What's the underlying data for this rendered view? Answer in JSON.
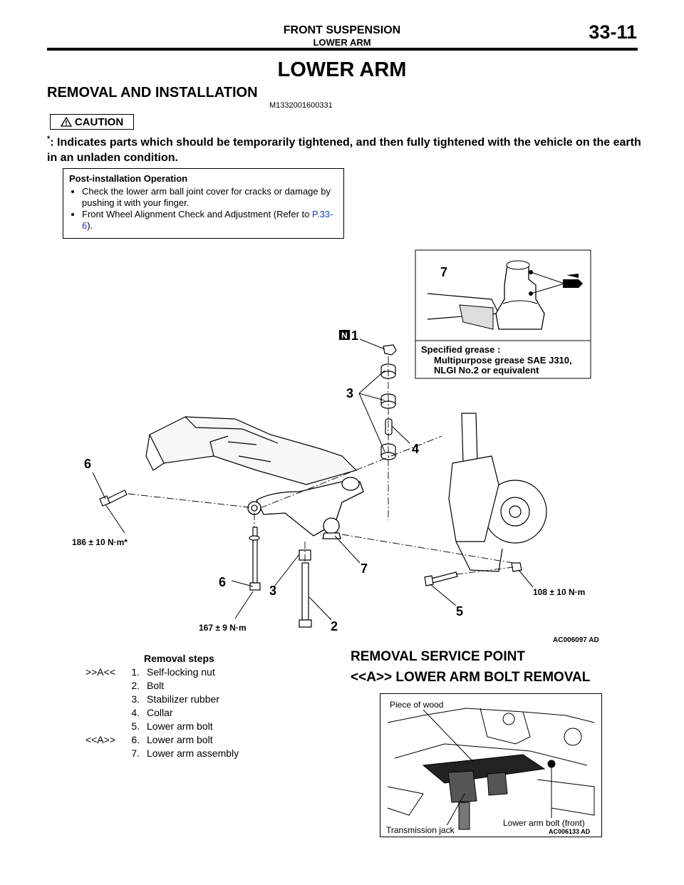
{
  "header": {
    "section": "FRONT SUSPENSION",
    "subsection": "LOWER ARM",
    "page": "33-11"
  },
  "title": "LOWER ARM",
  "heading": "REMOVAL AND INSTALLATION",
  "doc_code": "M1332001600331",
  "caution_label": "CAUTION",
  "note_mark": "*",
  "note_text": ": Indicates parts which should be temporarily tightened, and then fully tightened with the vehicle on the earth in an unladen condition.",
  "post_install": {
    "title": "Post-installation Operation",
    "item1": "Check the lower arm ball joint cover for cracks or damage by pushing it with your finger.",
    "item2_text": "Front Wheel Alignment Check and Adjustment (Refer to ",
    "item2_link": "P.33-6",
    "item2_end": ")."
  },
  "diagram": {
    "grease_title": "Specified grease :",
    "grease_line1": "Multipurpose grease SAE J310,",
    "grease_line2": "NLGI No.2 or equivalent",
    "torque1": "186 ± 10 N·m*",
    "torque2": "167 ± 9 N·m",
    "torque3": "108 ± 10 N·m",
    "n_mark": "N",
    "callouts": {
      "c1": "1",
      "c2": "2",
      "c3a": "3",
      "c3b": "3",
      "c4": "4",
      "c5": "5",
      "c6a": "6",
      "c6b": "6",
      "c7a": "7",
      "c7b": "7"
    },
    "code": "AC006097 AD"
  },
  "steps": {
    "header": "Removal steps",
    "items": [
      {
        "mark": ">>A<<",
        "num": "1.",
        "label": "Self-locking nut"
      },
      {
        "mark": "",
        "num": "2.",
        "label": "Bolt"
      },
      {
        "mark": "",
        "num": "3.",
        "label": "Stabilizer rubber"
      },
      {
        "mark": "",
        "num": "4.",
        "label": "Collar"
      },
      {
        "mark": "",
        "num": "5.",
        "label": "Lower arm bolt"
      },
      {
        "mark": "<<A>>",
        "num": "6.",
        "label": "Lower arm bolt"
      },
      {
        "mark": "",
        "num": "7.",
        "label": "Lower arm assembly"
      }
    ]
  },
  "service": {
    "title": "REMOVAL SERVICE POINT",
    "subtitle": "<<A>> LOWER ARM BOLT REMOVAL",
    "label_wood": "Piece of wood",
    "label_jack": "Transmission jack",
    "label_bolt": "Lower arm bolt (front)",
    "code": "AC006133 AD"
  }
}
